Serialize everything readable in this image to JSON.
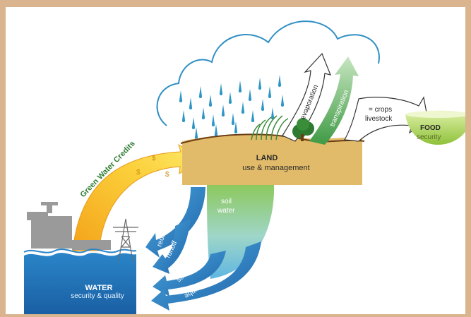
{
  "water": {
    "title": "WATER",
    "subtitle": "security & quality"
  },
  "land": {
    "title": "LAND",
    "subtitle": "use & management"
  },
  "food": {
    "title": "FOOD",
    "subtitle": "security"
  },
  "crops": {
    "line1": "= crops",
    "line2": "livestock"
  },
  "soil_water": {
    "line1": "soil",
    "line2": "water"
  },
  "green_water_credits": "Green Water Credits",
  "currency_symbol": "$",
  "reduced_sediment": "reduced sediment",
  "runoff": "runoff",
  "streams": "streams",
  "aquifers": "aquifers",
  "evaporation": "evaporation",
  "transpiration": "transpiration",
  "colors": {
    "background": "#d9b48f",
    "water_blue": "#1f72b8",
    "land_tan": "#e2bb6a",
    "credits_orange": "#f2a81d",
    "credits_yellow": "#fde35a",
    "green": "#3f8f3f",
    "cloud_outline": "#2f8fc4",
    "rain": "#2e96c6"
  },
  "icons": [
    "water-tap-icon",
    "power-pylon-icon",
    "tree-icon",
    "cloud-icon",
    "raindrop-icon",
    "bowl-icon"
  ]
}
